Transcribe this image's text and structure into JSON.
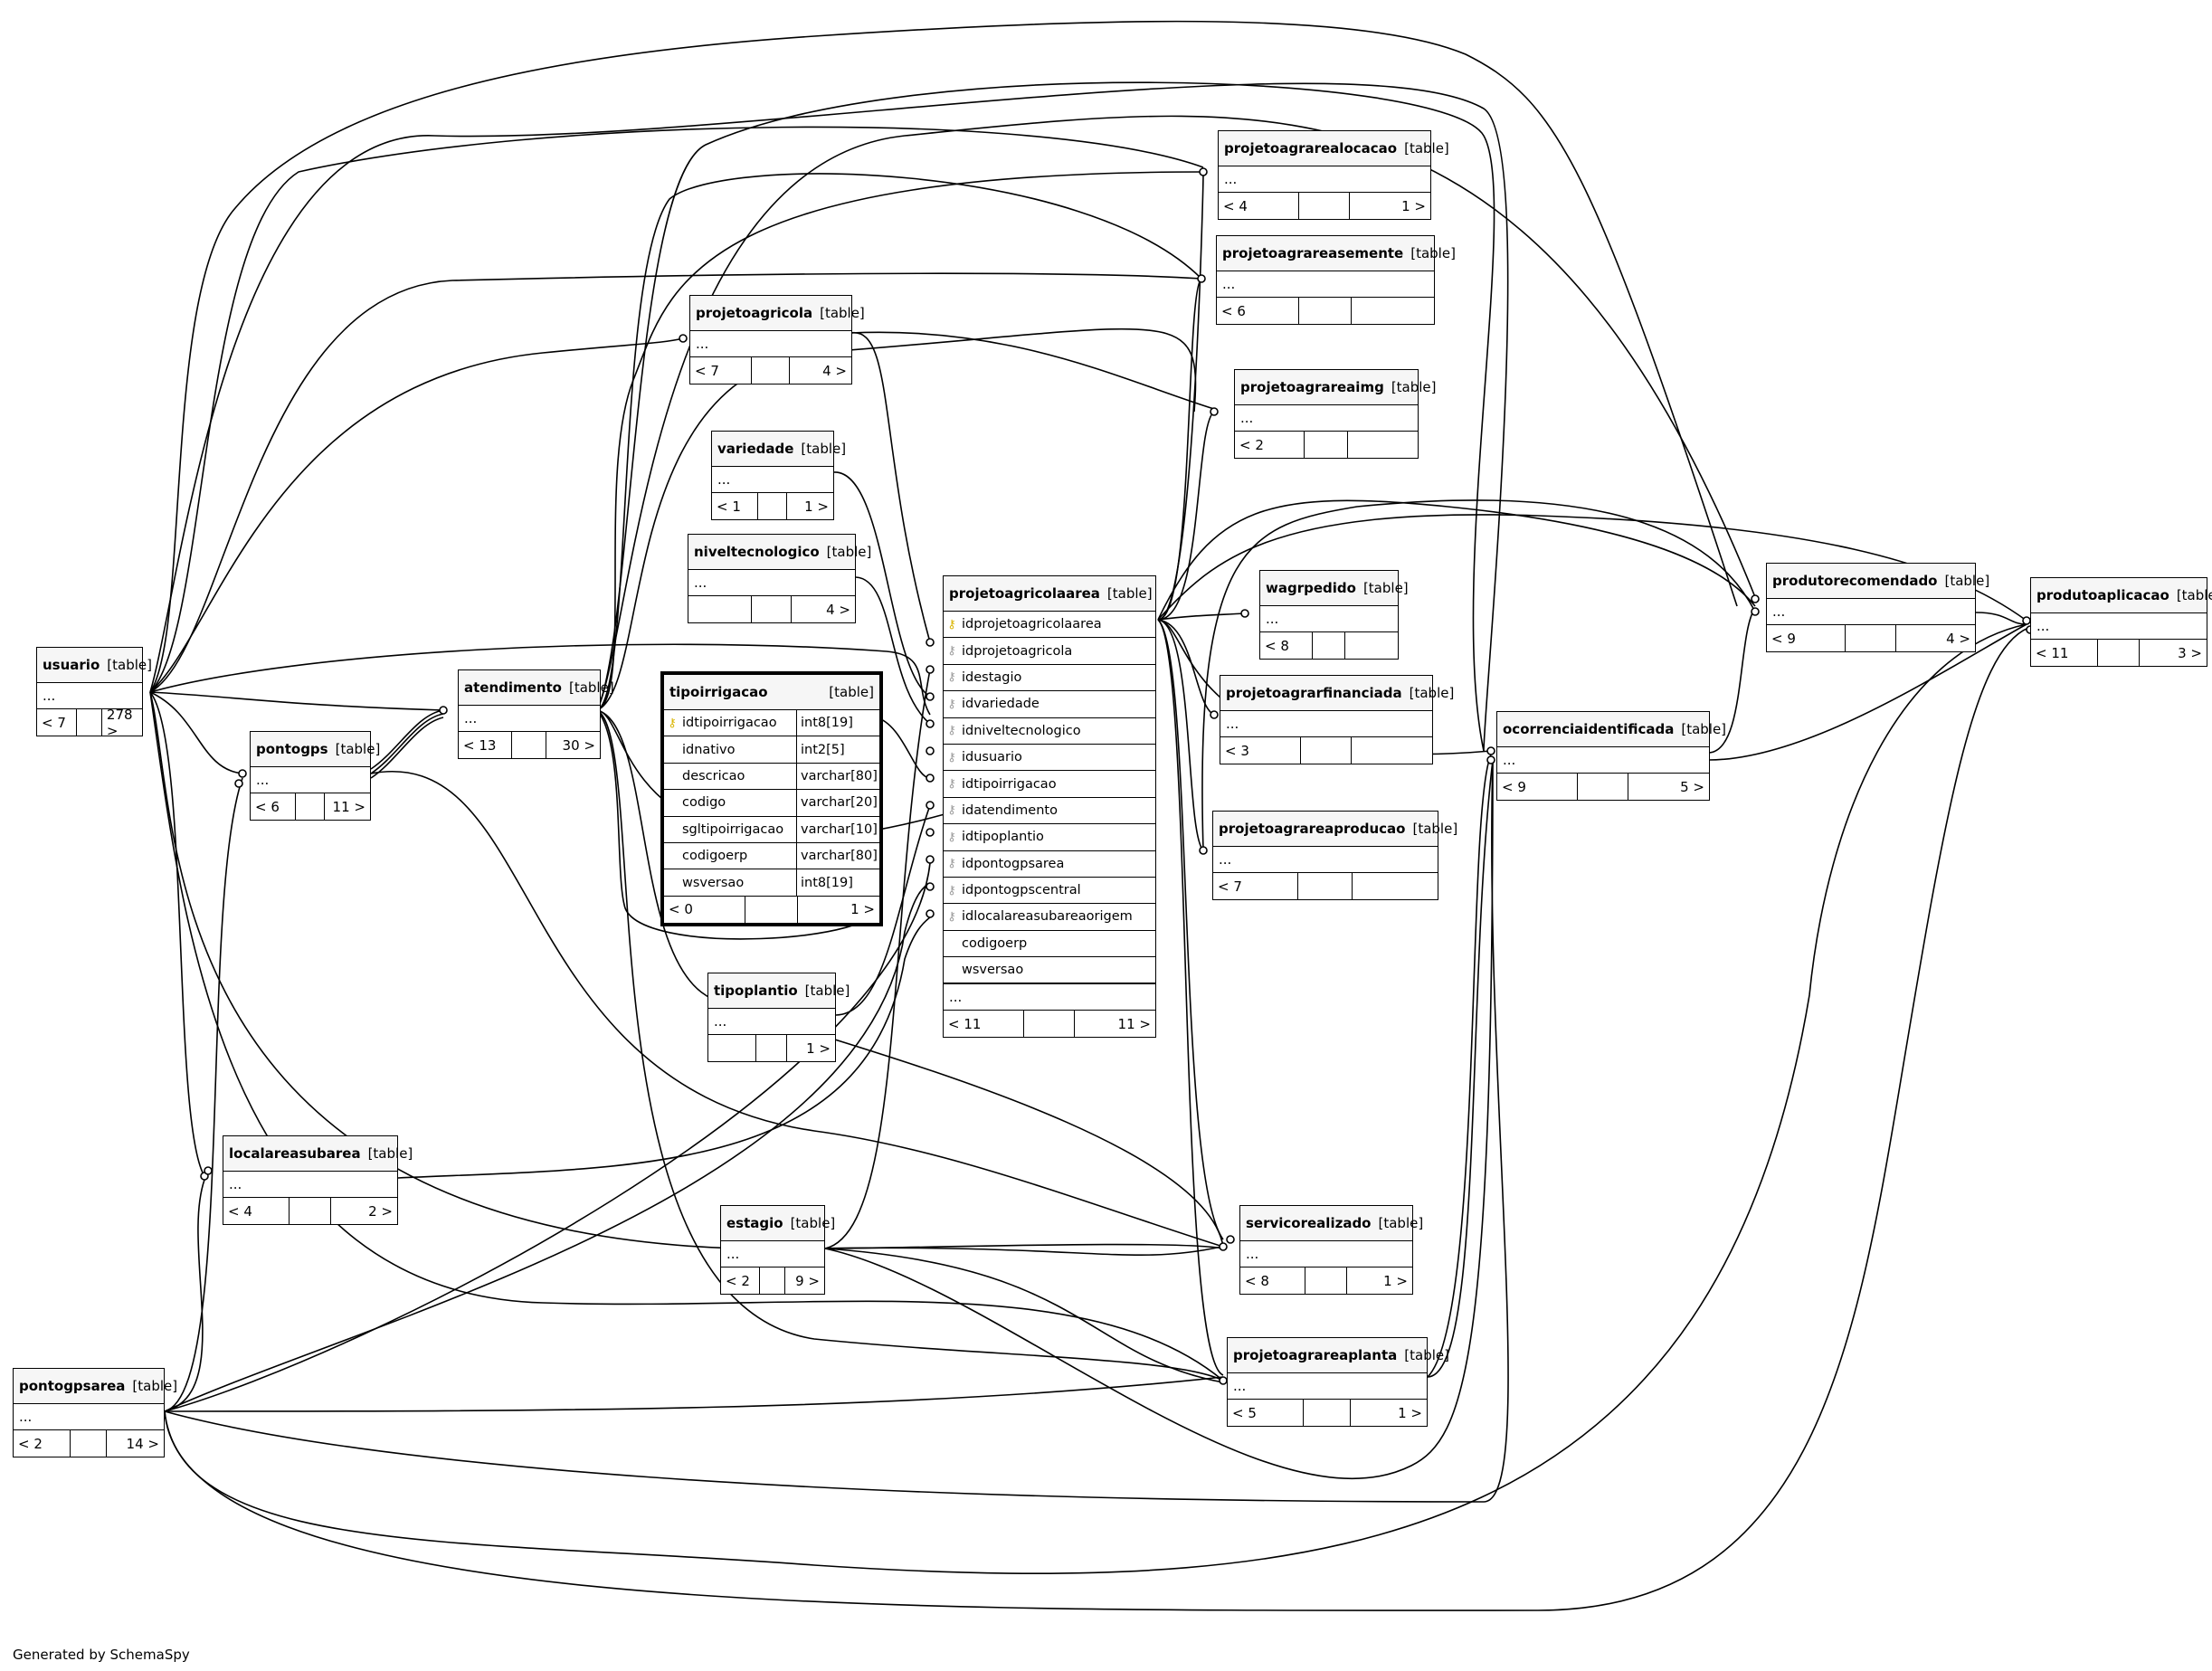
{
  "tables": {
    "usuario": {
      "name": "usuario",
      "type": "[table]",
      "ellipsis": "...",
      "parents": "< 7",
      "children": "278 >"
    },
    "pontogps": {
      "name": "pontogps",
      "type": "[table]",
      "ellipsis": "...",
      "parents": "< 6",
      "children": "11 >"
    },
    "atendimento": {
      "name": "atendimento",
      "type": "[table]",
      "ellipsis": "...",
      "parents": "< 13",
      "children": "30 >"
    },
    "localareasubarea": {
      "name": "localareasubarea",
      "type": "[table]",
      "ellipsis": "...",
      "parents": "< 4",
      "children": "2 >"
    },
    "pontogpsarea": {
      "name": "pontogpsarea",
      "type": "[table]",
      "ellipsis": "...",
      "parents": "< 2",
      "children": "14 >"
    },
    "projetoagricola": {
      "name": "projetoagricola",
      "type": "[table]",
      "ellipsis": "...",
      "parents": "< 7",
      "children": "4 >"
    },
    "variedade": {
      "name": "variedade",
      "type": "[table]",
      "ellipsis": "...",
      "parents": "< 1",
      "children": "1 >"
    },
    "niveltecnologico": {
      "name": "niveltecnologico",
      "type": "[table]",
      "ellipsis": "...",
      "parents": "",
      "children": "4 >"
    },
    "tipoplantio": {
      "name": "tipoplantio",
      "type": "[table]",
      "ellipsis": "...",
      "parents": "",
      "children": "1 >"
    },
    "estagio": {
      "name": "estagio",
      "type": "[table]",
      "ellipsis": "...",
      "parents": "< 2",
      "children": "9 >"
    },
    "projetoagrarealocacao": {
      "name": "projetoagrarealocacao",
      "type": "[table]",
      "ellipsis": "...",
      "parents": "< 4",
      "children": "1 >"
    },
    "projetoagrareasemente": {
      "name": "projetoagrareasemente",
      "type": "[table]",
      "ellipsis": "...",
      "parents": "< 6",
      "children": ""
    },
    "projetoagrareaimg": {
      "name": "projetoagrareaimg",
      "type": "[table]",
      "ellipsis": "...",
      "parents": "< 2",
      "children": ""
    },
    "wagrpedido": {
      "name": "wagrpedido",
      "type": "[table]",
      "ellipsis": "...",
      "parents": "< 8",
      "children": ""
    },
    "projetoagrarfinanciada": {
      "name": "projetoagrarfinanciada",
      "type": "[table]",
      "ellipsis": "...",
      "parents": "< 3",
      "children": ""
    },
    "projetoagrareaproducao": {
      "name": "projetoagrareaproducao",
      "type": "[table]",
      "ellipsis": "...",
      "parents": "< 7",
      "children": ""
    },
    "servicorealizado": {
      "name": "servicorealizado",
      "type": "[table]",
      "ellipsis": "...",
      "parents": "< 8",
      "children": "1 >"
    },
    "projetoagrareaplanta": {
      "name": "projetoagrareaplanta",
      "type": "[table]",
      "ellipsis": "...",
      "parents": "< 5",
      "children": "1 >"
    },
    "ocorrenciaidentificada": {
      "name": "ocorrenciaidentificada",
      "type": "[table]",
      "ellipsis": "...",
      "parents": "< 9",
      "children": "5 >"
    },
    "produtorecomendado": {
      "name": "produtorecomendado",
      "type": "[table]",
      "ellipsis": "...",
      "parents": "< 9",
      "children": "4 >"
    },
    "produtoaplicacao": {
      "name": "produtoaplicacao",
      "type": "[table]",
      "ellipsis": "...",
      "parents": "< 11",
      "children": "3 >"
    }
  },
  "tipoirrigacao": {
    "name": "tipoirrigacao",
    "type": "[table]",
    "columns": [
      {
        "name": "idtipoirrigacao",
        "dtype": "int8[19]",
        "key": "pk"
      },
      {
        "name": "idnativo",
        "dtype": "int2[5]",
        "key": ""
      },
      {
        "name": "descricao",
        "dtype": "varchar[80]",
        "key": ""
      },
      {
        "name": "codigo",
        "dtype": "varchar[20]",
        "key": ""
      },
      {
        "name": "sgltipoirrigacao",
        "dtype": "varchar[10]",
        "key": ""
      },
      {
        "name": "codigoerp",
        "dtype": "varchar[80]",
        "key": ""
      },
      {
        "name": "wsversao",
        "dtype": "int8[19]",
        "key": ""
      }
    ],
    "parents": "< 0",
    "children": "1 >"
  },
  "projetoagricolaarea": {
    "name": "projetoagricolaarea",
    "type": "[table]",
    "columns": [
      {
        "name": "idprojetoagricolaarea",
        "key": "pk"
      },
      {
        "name": "idprojetoagricola",
        "key": "fk"
      },
      {
        "name": "idestagio",
        "key": "fk"
      },
      {
        "name": "idvariedade",
        "key": "fk"
      },
      {
        "name": "idniveltecnologico",
        "key": "fk"
      },
      {
        "name": "idusuario",
        "key": "fk"
      },
      {
        "name": "idtipoirrigacao",
        "key": "fk"
      },
      {
        "name": "idatendimento",
        "key": "fk"
      },
      {
        "name": "idtipoplantio",
        "key": "fk"
      },
      {
        "name": "idpontogpsarea",
        "key": "fk"
      },
      {
        "name": "idpontogpscentral",
        "key": "fk"
      },
      {
        "name": "idlocalareasubareaorigem",
        "key": "fk"
      },
      {
        "name": "codigoerp",
        "key": ""
      },
      {
        "name": "wsversao",
        "key": ""
      }
    ],
    "ellipsis": "...",
    "parents": "< 11",
    "children": "11 >"
  },
  "footer": {
    "generated_by": "Generated by SchemaSpy"
  },
  "icons": {
    "primary_key": "key-icon",
    "foreign_key": "key-icon"
  },
  "colors": {
    "line": "#000000",
    "background": "#ffffff",
    "header": "#f6f6f6",
    "pk_key": "#d9b400",
    "fk_key": "#9a9a9a"
  }
}
